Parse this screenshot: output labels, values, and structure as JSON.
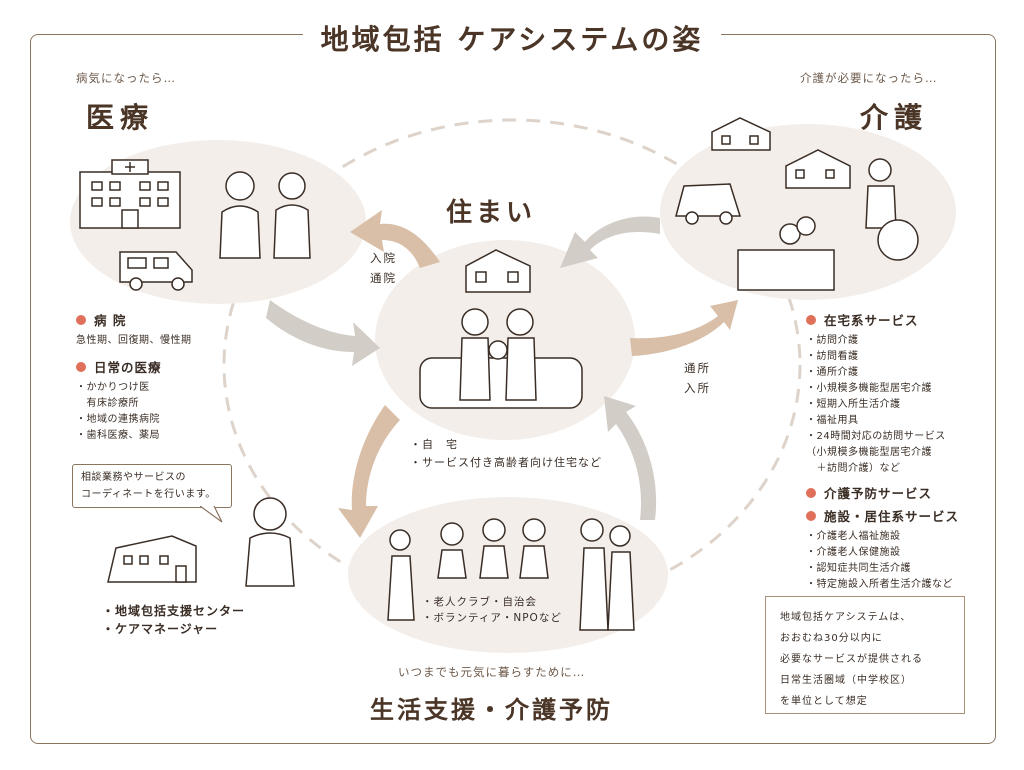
{
  "title": "地域包括 ケアシステムの姿",
  "iryo": {
    "lead": "病気になったら…",
    "heading": "医療",
    "cat1": "病 院",
    "cat1_sub": "急性期、回復期、慢性期",
    "cat2": "日常の医療",
    "cat2_items": [
      "・かかりつけ医",
      "　有床診療所",
      "・地域の連携病院",
      "・歯科医療、薬局"
    ]
  },
  "kaigo": {
    "lead": "介護が必要になったら…",
    "heading": "介護",
    "cat1": "在宅系サービス",
    "cat1_items": [
      "・訪問介護",
      "・訪問看護",
      "・通所介護",
      "・小規模多機能型居宅介護",
      "・短期入所生活介護",
      "・福祉用具",
      "・24時間対応の訪問サービス",
      "（小規模多機能型居宅介護",
      "　＋訪問介護）など"
    ],
    "cat2": "介護予防サービス",
    "cat3": "施設・居住系サービス",
    "cat3_items": [
      "・介護老人福祉施設",
      "・介護老人保健施設",
      "・認知症共同生活介護",
      "・特定施設入所者生活介護など"
    ]
  },
  "sumai": {
    "heading": "住まい",
    "items": [
      "・自　宅",
      "・サービス付き高齢者向け住宅など"
    ]
  },
  "arrows": {
    "nyuin_tsuin": [
      "入院",
      "通院"
    ],
    "tsusho_nyusho": [
      "通所",
      "入所"
    ]
  },
  "consult": {
    "callout_lines": [
      "相談業務やサービスの",
      "コーディネートを行います。"
    ],
    "items": [
      "・地域包括支援センター",
      "・ケアマネージャー"
    ]
  },
  "seikatsu": {
    "items": [
      "・老人クラブ・自治会",
      "・ボランティア・NPOなど"
    ],
    "lead": "いつまでも元気に暮らすために…",
    "heading": "生活支援・介護予防"
  },
  "note": {
    "lines": [
      "地域包括ケアシステムは、",
      "おおむね30分以内に",
      "必要なサービスが提供される",
      "日常生活圏域（中学校区）",
      "を単位として想定"
    ]
  },
  "colors": {
    "accent_dot": "#e0705a",
    "blob": "#f3eeea",
    "arrow_brown": "#d9bfa8",
    "arrow_gray": "#d2cdc6",
    "frame": "#8a7560"
  }
}
